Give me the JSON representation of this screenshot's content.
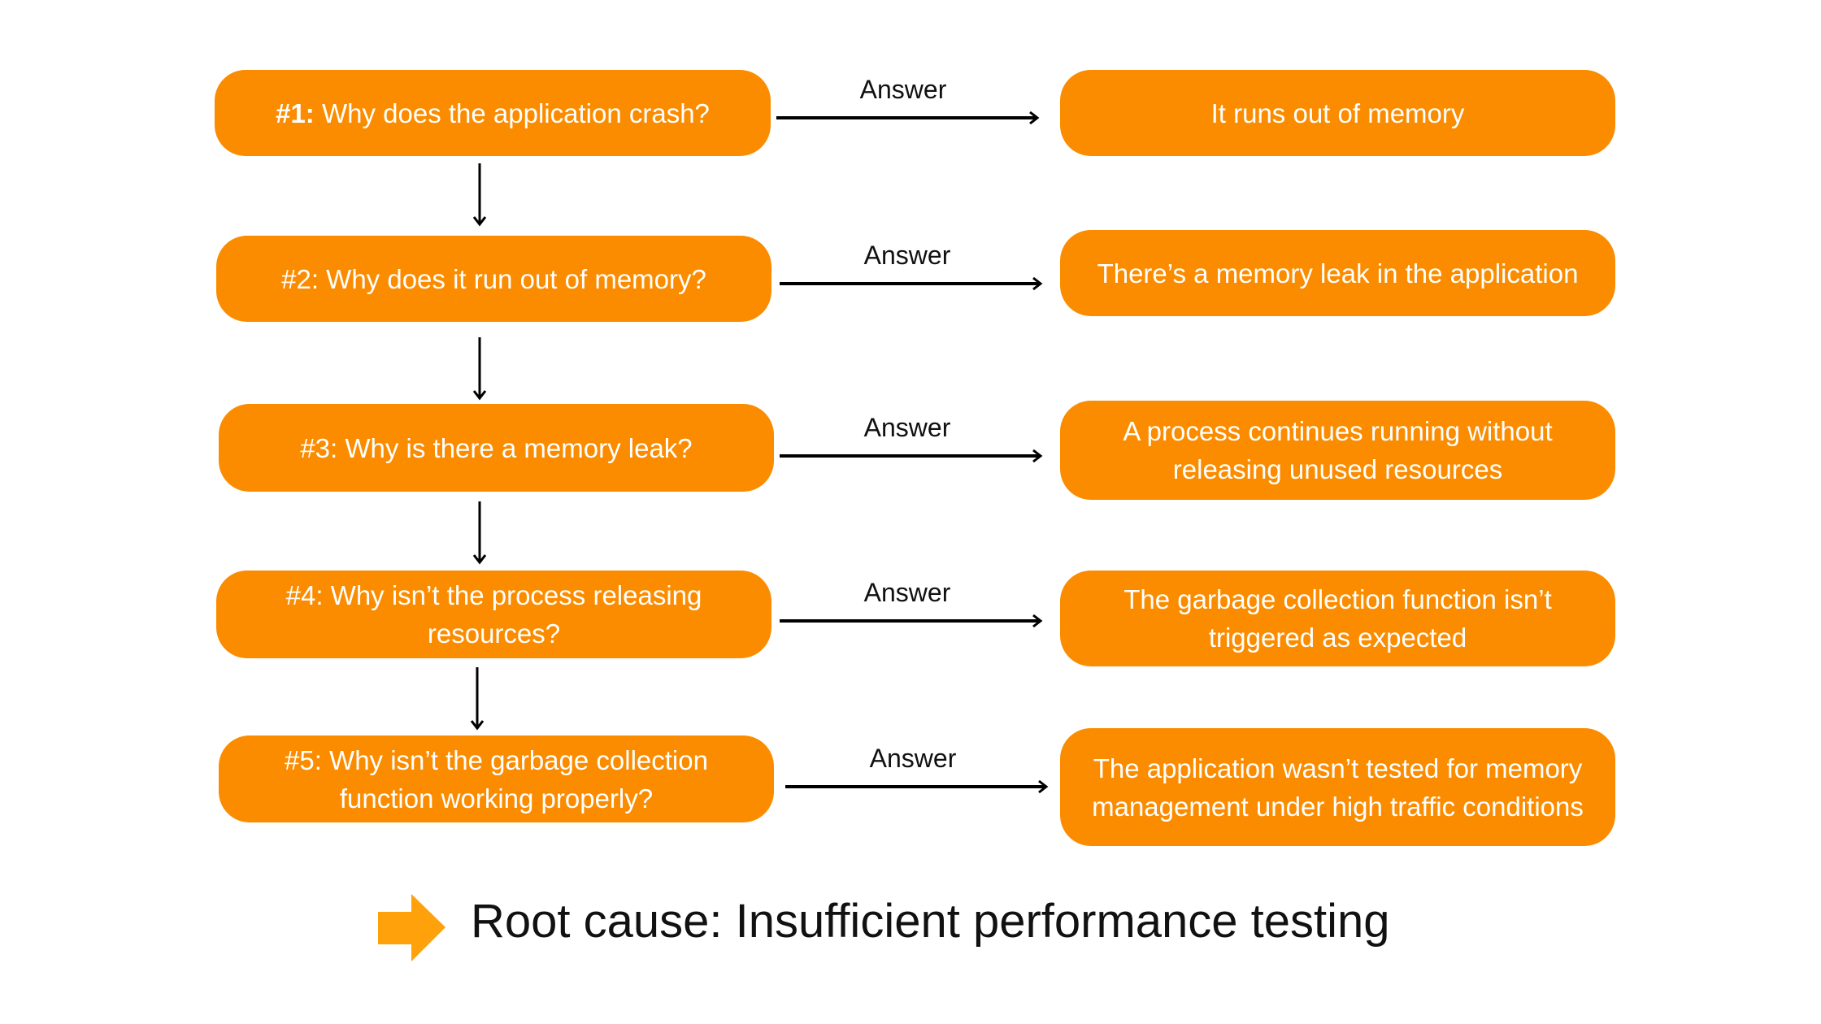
{
  "steps": [
    {
      "prefix": "#1:",
      "question": " Why does the application crash?",
      "answer_label": "Answer",
      "answer": "It runs out of memory"
    },
    {
      "prefix": "#2:",
      "question": " Why does it run out of memory?",
      "answer_label": "Answer",
      "answer": "There’s a memory leak in the application"
    },
    {
      "prefix": "#3:",
      "question": " Why is there a memory leak?",
      "answer_label": "Answer",
      "answer": "A process continues running without releasing unused resources"
    },
    {
      "prefix": "#4:",
      "question": " Why isn’t the process releasing resources?",
      "answer_label": "Answer",
      "answer": "The garbage collection function isn’t triggered as expected"
    },
    {
      "prefix": "#5:",
      "question": " Why isn’t the garbage collection function working properly?",
      "answer_label": "Answer",
      "answer": "The application wasn’t tested for memory management under high traffic conditions"
    }
  ],
  "root_cause": "Root cause: Insufficient performance testing",
  "colors": {
    "box": "#fb8c00",
    "root_arrow": "#ffa10a"
  }
}
